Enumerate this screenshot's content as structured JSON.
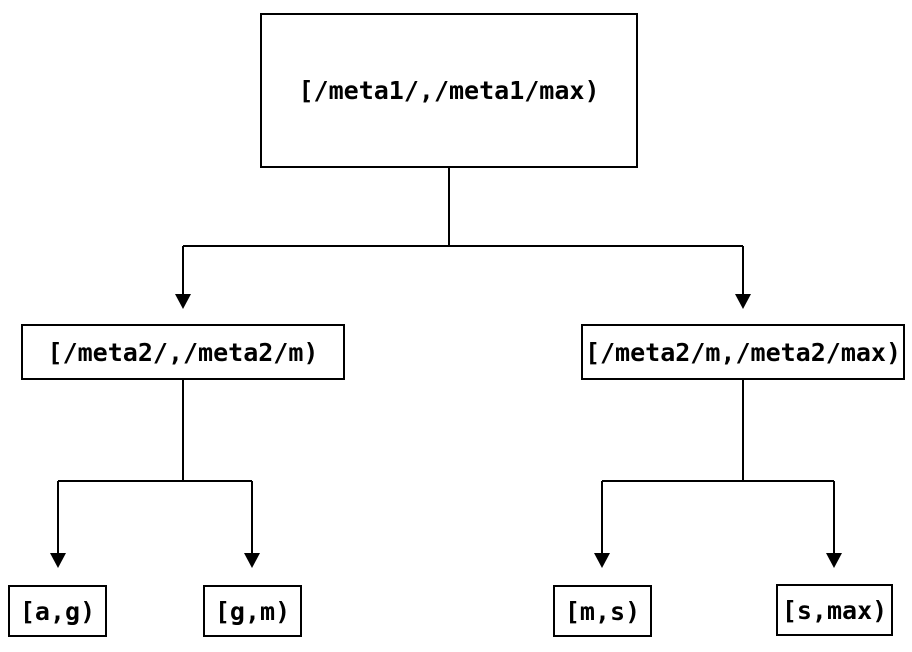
{
  "diagram": {
    "title": "interval-partition-tree"
  },
  "colors": {
    "background": "#ffffff",
    "line": "#000000",
    "box_border": "#000000",
    "text": "#000000"
  },
  "nodes": {
    "root": {
      "label": "[/meta1/,/meta1/max)"
    },
    "left": {
      "label": "[/meta2/,/meta2/m)"
    },
    "right": {
      "label": "[/meta2/m,/meta2/max)"
    },
    "leaf_ag": {
      "label": "[a,g)"
    },
    "leaf_gm": {
      "label": "[g,m)"
    },
    "leaf_ms": {
      "label": "[m,s)"
    },
    "leaf_smax": {
      "label": "[s,max)"
    }
  },
  "edges": [
    {
      "from": "root",
      "to": "left"
    },
    {
      "from": "root",
      "to": "right"
    },
    {
      "from": "left",
      "to": "leaf_ag"
    },
    {
      "from": "left",
      "to": "leaf_gm"
    },
    {
      "from": "right",
      "to": "leaf_ms"
    },
    {
      "from": "right",
      "to": "leaf_smax"
    }
  ]
}
